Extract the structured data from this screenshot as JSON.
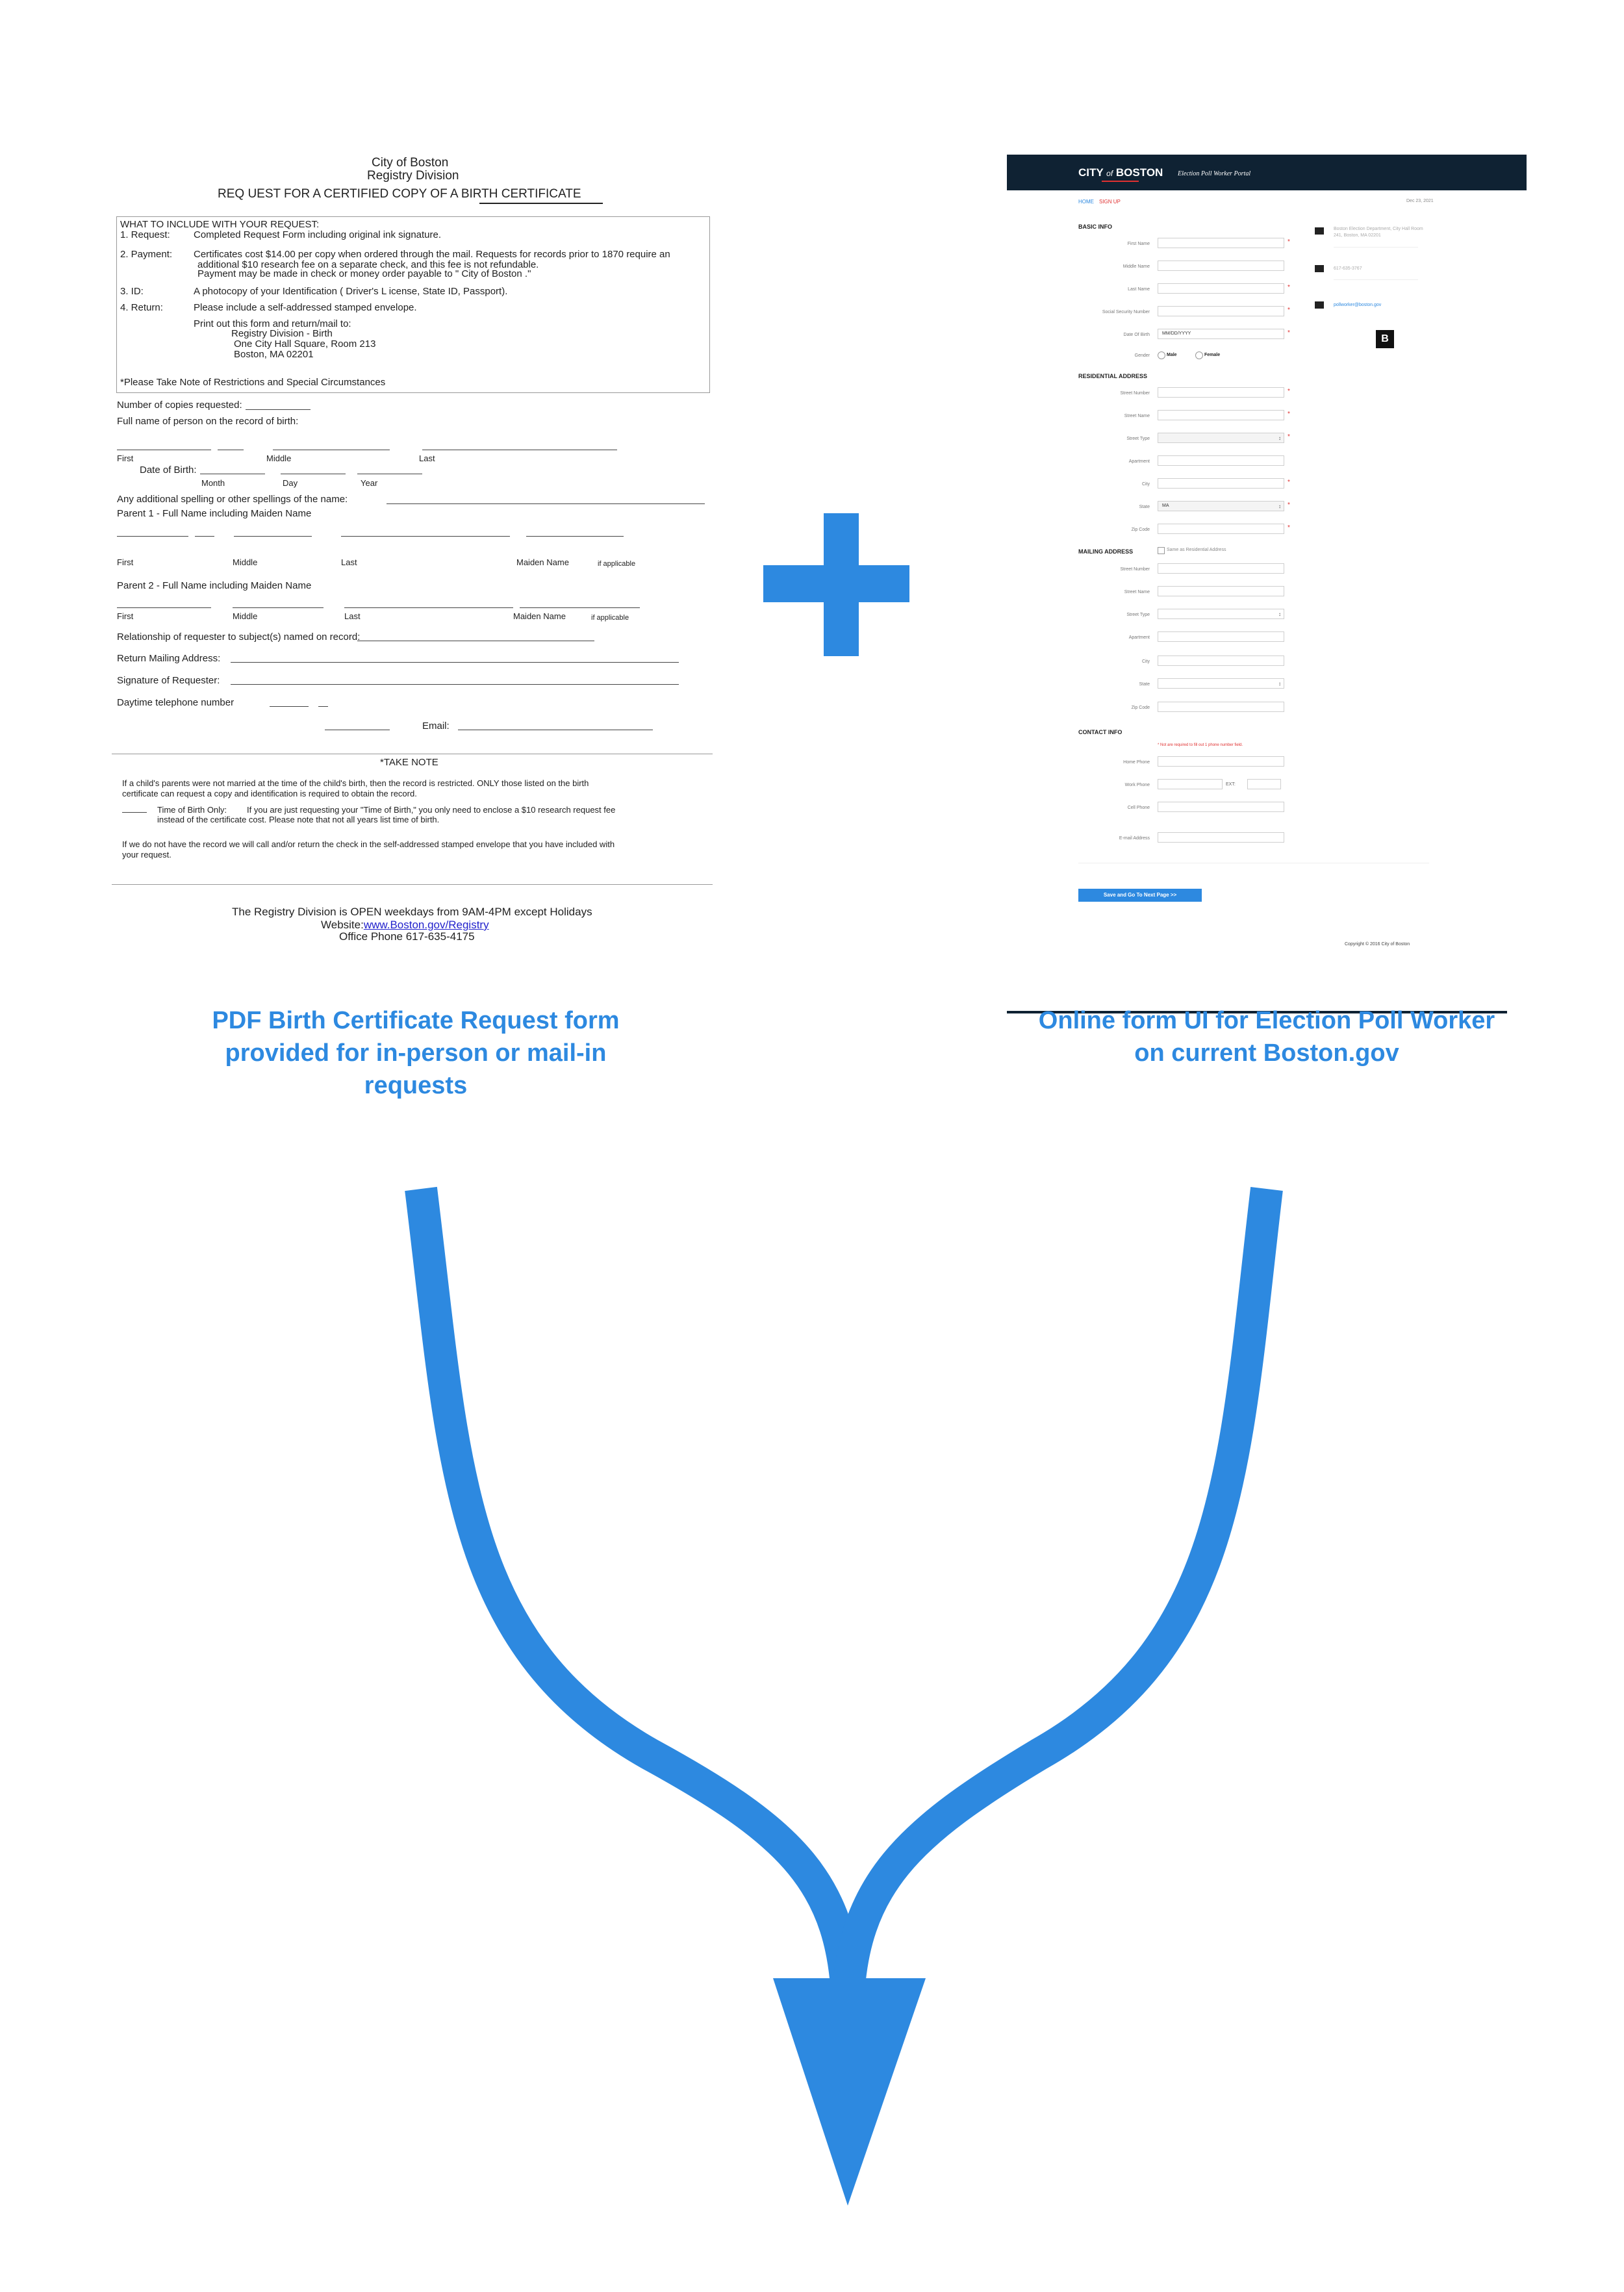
{
  "pdf_form": {
    "header": {
      "city": "City of Boston",
      "division": "Registry Division",
      "title": "REQ UEST FOR A CERTIFIED COPY OF A BIRTH CERTIFICATE"
    },
    "instructions": {
      "heading": "WHAT TO INCLUDE WITH YOUR REQUEST:",
      "request_label": "1. Request:",
      "request_text": "Completed Request Form including original ink signature.",
      "payment_label": "2. Payment:",
      "payment_line1": "Certificates cost $14.00 per copy when ordered through the mail. Requests for records prior to 1870 require an",
      "payment_line2": "additional $10 research fee on a separate check, and this fee is not refundable.",
      "payment_line3": "Payment may be made in check or money order payable to \" City of Boston .\"",
      "id_label": "3. ID:",
      "id_text": "A photocopy of your Identification ( Driver's L icense, State ID, Passport).",
      "return_label": "4. Return:",
      "return_text": "Please include a self-addressed stamped envelope.",
      "mail_line1": "Print out this form and return/mail to:",
      "mail_line2": "Registry Division - Birth",
      "mail_line3": "One City Hall Square, Room 213",
      "mail_line4": "Boston, MA 02201",
      "note": "*Please Take Note of Restrictions and Special Circumstances"
    },
    "fields": {
      "copies": "Number of copies requested:",
      "full_name": "Full name of person on the record of birth:",
      "first": "First",
      "middle": "Middle",
      "last": "Last",
      "dob": "Date of Birth:",
      "month": "Month",
      "day": "Day",
      "year": "Year",
      "other_spellings": "Any additional spelling or other spellings of the name:",
      "parent1": "Parent 1 - Full Name including Maiden Name",
      "parent2": "Parent 2 - Full Name including Maiden Name",
      "maiden": "Maiden Name",
      "if_applicable": "if applicable",
      "relationship": "Relationship of requester to subject(s) named on record:",
      "return_address": "Return Mailing Address:",
      "signature": "Signature of Requester:",
      "phone": "Daytime telephone number",
      "email": "Email:"
    },
    "take_note": {
      "heading": "*TAKE NOTE",
      "para1_line1": "If a child's parents were not married at the time of the child's birth, then the record is restricted. ONLY those listed on the birth",
      "para1_line2": "certificate can request a copy and identification is required to obtain the record.",
      "para2_label": "Time of Birth Only:",
      "para2_line1": "If you are just requesting your \"Time of Birth,\" you only need to enclose a $10 research request fee",
      "para2_line2": "instead of the certificate cost. Please note that not all years list time of birth.",
      "para3_line1": "If we do not have the record we will call and/or return the check in the self-addressed stamped envelope that you have included with",
      "para3_line2": "your request."
    },
    "footer": {
      "hours": "The Registry Division is OPEN weekdays from 9AM-4PM except Holidays",
      "website_label": "Website:",
      "website_link": "www.Boston.gov/Registry",
      "phone": "Office Phone 617-635-4175"
    }
  },
  "plus_color": "#2d89e0",
  "portal": {
    "brand_city": "CITY",
    "brand_of": "of",
    "brand_boston": "BOSTON",
    "title": "Election Poll Worker Portal",
    "nav_home": "HOME",
    "nav_signup": "SIGN UP",
    "date": "Dec 23, 2021",
    "basic_info": "BASIC INFO",
    "first_name": "First Name",
    "middle_name": "Middle Name",
    "last_name": "Last Name",
    "ssn": "Social Security Number",
    "dob": "Date Of Birth",
    "dob_placeholder": "MM/DD/YYYY",
    "gender": "Gender",
    "male": "Male",
    "female": "Female",
    "residential": "RESIDENTIAL ADDRESS",
    "street_number": "Street Number",
    "street_name": "Street Name",
    "street_type": "Street Type",
    "apartment": "Apartment",
    "city": "City",
    "state": "State",
    "state_value": "MA",
    "zip": "Zip Code",
    "mailing": "MAILING ADDRESS",
    "same_as": "Same as Residential Address",
    "contact": "CONTACT INFO",
    "phone_note": "* Not are required to fill out 1 phone number field.",
    "home_phone": "Home Phone",
    "work_phone": "Work Phone",
    "ext": "EXT:",
    "cell_phone": "Cell Phone",
    "email": "E-mail Address",
    "save_button": "Save and Go To Next Page >>",
    "copyright": "Copyright © 2016 City of Boston",
    "side_address": "Boston Election Department, City Hall Room 241, Boston, MA 02201",
    "side_phone": "617-635-3767",
    "side_email": "pollworker@boston.gov",
    "side_logo": "B"
  },
  "captions": {
    "left_line1": "PDF Birth Certificate Request form",
    "left_line2": "provided for in-person or mail-in",
    "left_line3": "requests",
    "right_line1": "Online form UI for Election Poll Worker",
    "right_line2": "on current Boston.gov"
  },
  "arrow_color": "#2d89e0"
}
